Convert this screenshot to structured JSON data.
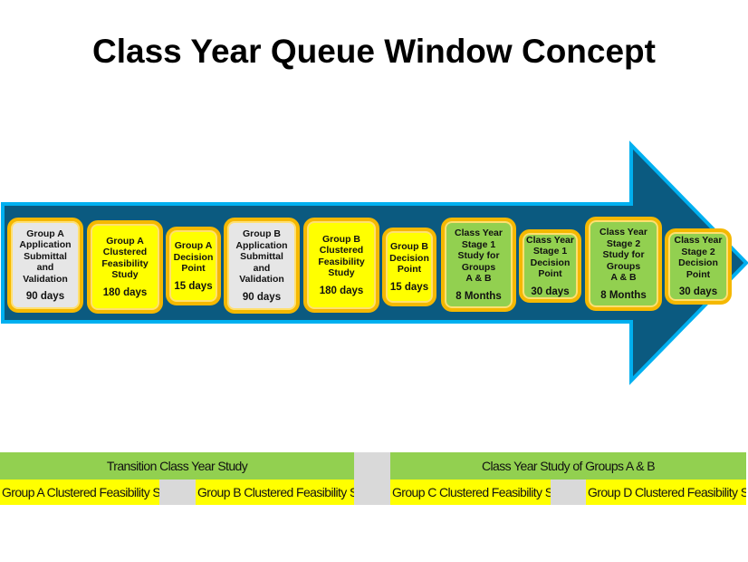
{
  "title": "Class Year Queue Window Concept",
  "colors": {
    "arrow_fill": "#0b5a80",
    "arrow_outline": "#00b0f0",
    "box_border": "#f5b800",
    "gray": "#e6e6e6",
    "yellow": "#ffff00",
    "green": "#92d050"
  },
  "steps": [
    {
      "label": [
        "Group A",
        "Application",
        "Submittal",
        "and",
        "Validation"
      ],
      "duration": "90 days",
      "color": "gray"
    },
    {
      "label": [
        "Group A",
        "Clustered",
        "Feasibility",
        "Study"
      ],
      "duration": "180 days",
      "color": "yellow"
    },
    {
      "label": [
        "Group A",
        "Decision",
        "Point"
      ],
      "duration": "15 days",
      "color": "yellow"
    },
    {
      "label": [
        "Group B",
        "Application",
        "Submittal",
        "and",
        "Validation"
      ],
      "duration": "90 days",
      "color": "gray"
    },
    {
      "label": [
        "Group B",
        "Clustered",
        "Feasibility",
        "Study"
      ],
      "duration": "180 days",
      "color": "yellow"
    },
    {
      "label": [
        "Group B",
        "Decision",
        "Point"
      ],
      "duration": "15 days",
      "color": "yellow"
    },
    {
      "label": [
        "Class Year",
        "Stage 1",
        "Study for",
        "Groups",
        "A & B"
      ],
      "duration": "8 Months",
      "color": "green"
    },
    {
      "label": [
        "Class Year",
        "Stage 1",
        "Decision",
        "Point"
      ],
      "duration": "30 days",
      "color": "green"
    },
    {
      "label": [
        "Class Year",
        "Stage 2",
        "Study for",
        "Groups",
        "A & B"
      ],
      "duration": "8 Months",
      "color": "green"
    },
    {
      "label": [
        "Class Year",
        "Stage 2",
        "Decision",
        "Point"
      ],
      "duration": "30 days",
      "color": "green"
    }
  ],
  "timeline": {
    "headers": [
      "Transition Class Year Study",
      "Class Year Study of Groups A & B"
    ],
    "studies": [
      "Group A Clustered Feasibility Study",
      "Group B Clustered Feasibility Study",
      "Group C Clustered Feasibility Study",
      "Group D Clustered Feasibility Study"
    ]
  }
}
